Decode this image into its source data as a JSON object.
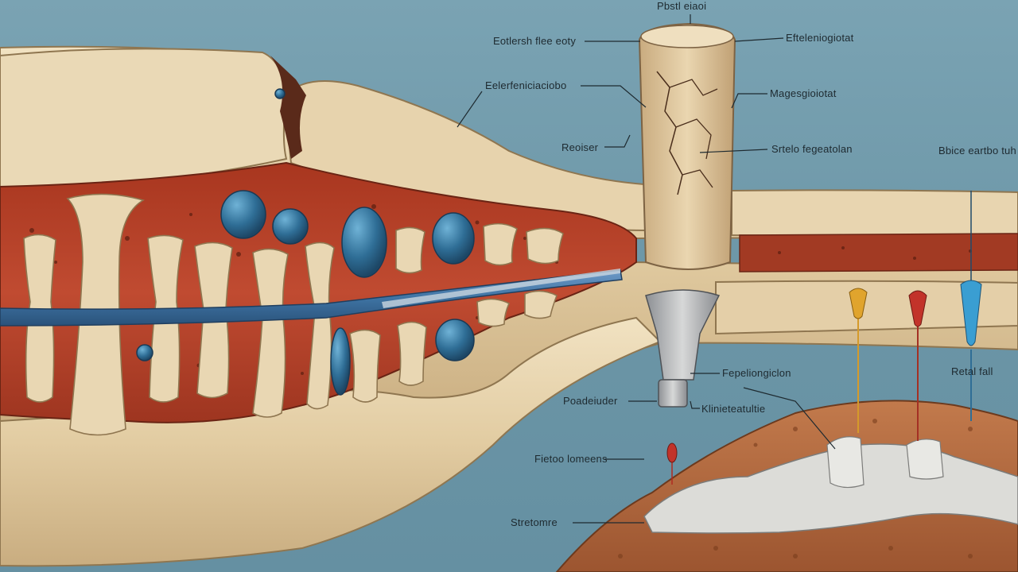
{
  "diagram": {
    "labels": {
      "top": "Pbstl eiaoi",
      "l1": "Eotlersh flee eoty",
      "r1": "Efteleniogiotat",
      "l2": "Eelerfeniciaciobo",
      "r2": "Magesgioiotat",
      "l3": "Reoiser",
      "r3": "Srtelo fegeatolan",
      "r4": "Bbice eartbo tuh",
      "m1": "Fepeliongiclon",
      "m2": "Poadeiuder",
      "m3": "Klinieteatultie",
      "m4": "Retal fall",
      "b1": "Fietoo lomeens",
      "b2": "Stretomre"
    },
    "colors": {
      "background": "#6f98a8",
      "bone": "#e6d2ab",
      "marrow": "#b8422c",
      "vessel": "#3e73a3",
      "cyst": "#2f6e96",
      "tissue": "#b6683f"
    }
  }
}
